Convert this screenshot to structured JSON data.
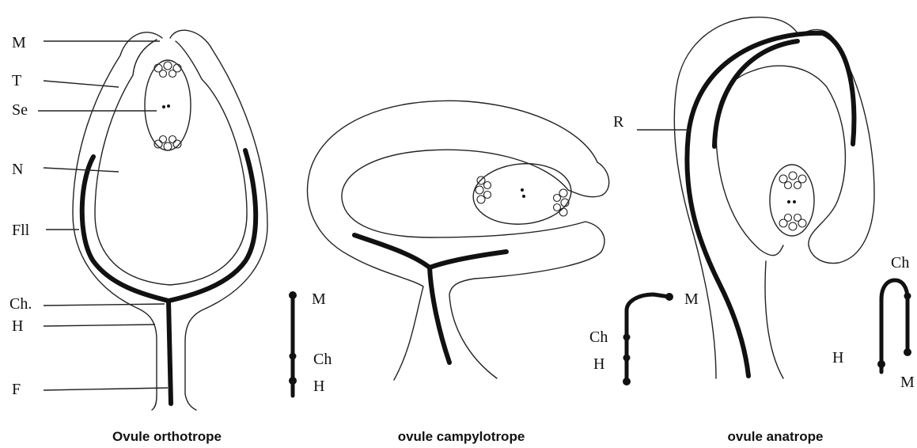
{
  "orthotrope": {
    "labels": {
      "M": "M",
      "T": "T",
      "Se": "Se",
      "N": "N",
      "Fll": "Fll",
      "Ch": "Ch.",
      "H": "H",
      "F": "F"
    },
    "schema": {
      "M": "M",
      "Ch": "Ch",
      "H": "H"
    },
    "caption": "Ovule orthotrope"
  },
  "campylotrope": {
    "caption": "ovule campylotrope"
  },
  "anatrope": {
    "labels": {
      "R": "R",
      "H": "H"
    },
    "schema_left": {
      "M": "M",
      "Ch": "Ch",
      "H": "H"
    },
    "schema_right": {
      "Ch": "Ch",
      "M": "M"
    },
    "caption": "ovule anatrope"
  }
}
